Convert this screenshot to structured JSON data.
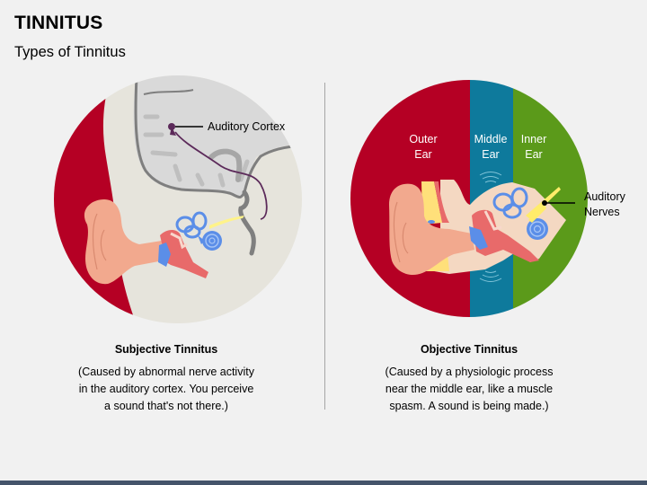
{
  "header": {
    "title": "TINNITUS",
    "subtitle": "Types of Tinnitus"
  },
  "subjective": {
    "heading": "Subjective Tinnitus",
    "description_lines": [
      "(Caused by abnormal nerve activity",
      "in the auditory cortex. You perceive",
      "a sound that's not there.)"
    ],
    "callout": "Auditory Cortex",
    "colors": {
      "background": "#e6e4dc",
      "accent": "#b50024",
      "brain": "#d9d9d9",
      "pathway": "#5c2a5a"
    }
  },
  "objective": {
    "heading": "Objective Tinnitus",
    "description_lines": [
      "(Caused by a physiologic process",
      "near the middle ear, like a muscle",
      "spasm. A sound is being made.)"
    ],
    "zones": [
      {
        "line1": "Outer",
        "line2": "Ear",
        "color": "#b50024"
      },
      {
        "line1": "Middle",
        "line2": "Ear",
        "color": "#0e7a9c"
      },
      {
        "line1": "Inner",
        "line2": "Ear",
        "color": "#5b9a1a"
      }
    ],
    "callout_line1": "Auditory",
    "callout_line2": "Nerves"
  },
  "footer": {
    "bar_color": "#44546a"
  }
}
